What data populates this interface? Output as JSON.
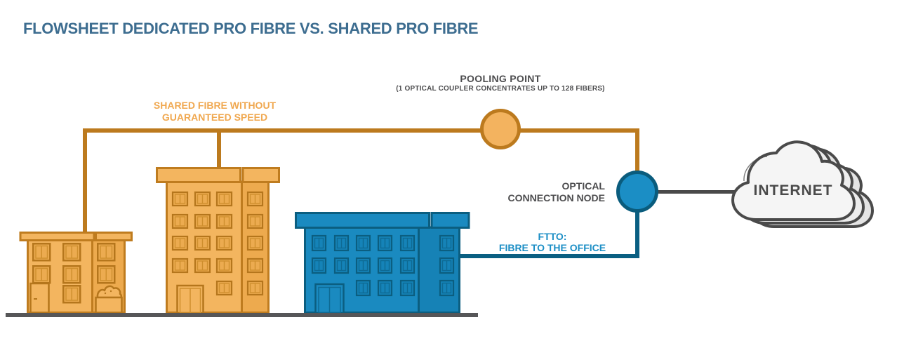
{
  "title": "FLOWSHEET DEDICATED PRO FIBRE VS. SHARED PRO FIBRE",
  "labels": {
    "shared_fibre": {
      "line1": "SHARED FIBRE WITHOUT",
      "line2": "GUARANTEED SPEED"
    },
    "pooling_point": {
      "title": "POOLING POINT",
      "subtitle": "(1 OPTICAL COUPLER CONCENTRATES UP TO 128 FIBERS)"
    },
    "optical_node": {
      "line1": "OPTICAL",
      "line2": "CONNECTION NODE"
    },
    "ftto": {
      "line1": "FTTO:",
      "line2": "FIBRE TO THE OFFICE"
    },
    "internet": "INTERNET"
  },
  "colors": {
    "title_text": "#3d6d90",
    "shared_fibre_line": "#bc7a1e",
    "orange_building_fill": "#f3b55f",
    "orange_label_text": "#f0a850",
    "pooling_point_fill": "#f3b35f",
    "ftto_line": "#0a5f82",
    "blue_building_fill": "#1a8ac0",
    "optical_node_fill": "#1b8ec5",
    "blue_label_text": "#1b8ec5",
    "gray_text_lines": "#4a4a4a",
    "ground": "#565658",
    "cloud_fill": "#f5f5f5"
  },
  "buildings": [
    {
      "name": "small-orange-building",
      "color": "orange",
      "floors": 3,
      "connection": "shared-fibre"
    },
    {
      "name": "tall-orange-building",
      "color": "orange",
      "floors": 5,
      "connection": "shared-fibre"
    },
    {
      "name": "wide-blue-building",
      "color": "blue",
      "floors": 3,
      "connection": "ftto"
    }
  ],
  "connections": [
    {
      "from": "orange-buildings",
      "to": "pooling-point",
      "label": "SHARED FIBRE WITHOUT GUARANTEED SPEED"
    },
    {
      "from": "pooling-point",
      "to": "optical-connection-node"
    },
    {
      "from": "blue-building",
      "to": "optical-connection-node",
      "label": "FTTO: FIBRE TO THE OFFICE"
    },
    {
      "from": "optical-connection-node",
      "to": "internet-cloud"
    }
  ]
}
